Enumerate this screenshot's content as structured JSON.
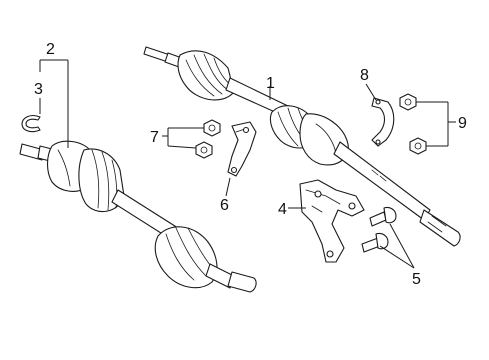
{
  "callouts": {
    "c1": "1",
    "c2": "2",
    "c3": "3",
    "c4": "4",
    "c5": "5",
    "c6": "6",
    "c7": "7",
    "c8": "8",
    "c9": "9"
  },
  "colors": {
    "line": "#1a1a1a",
    "fill": "#ffffff"
  }
}
